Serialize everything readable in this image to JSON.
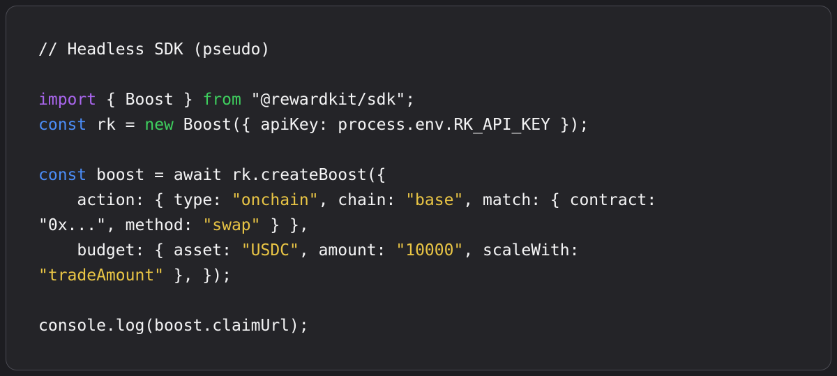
{
  "theme": {
    "page_background": "#1d1d21",
    "card_background": "#242428",
    "card_border": "#4a4a52"
  },
  "code": {
    "colors": {
      "plain": "#f4f4f5",
      "kw_blue": "#4b8df8",
      "kw_purple": "#aa66ee",
      "kw_green": "#3ecf5e",
      "string": "#e9c545"
    },
    "lines": [
      [
        {
          "t": "// Headless SDK (pseudo)",
          "c": "plain"
        }
      ],
      [],
      [
        {
          "t": "import",
          "c": "kw_purple"
        },
        {
          "t": " { Boost } ",
          "c": "plain"
        },
        {
          "t": "from",
          "c": "kw_green"
        },
        {
          "t": " \"@rewardkit/sdk\";",
          "c": "plain"
        }
      ],
      [
        {
          "t": "const",
          "c": "kw_blue"
        },
        {
          "t": " rk = ",
          "c": "plain"
        },
        {
          "t": "new",
          "c": "kw_green"
        },
        {
          "t": " Boost({ apiKey: process.env.RK_API_KEY });",
          "c": "plain"
        }
      ],
      [],
      [
        {
          "t": "const",
          "c": "kw_blue"
        },
        {
          "t": " boost = await rk.createBoost({",
          "c": "plain"
        }
      ],
      [
        {
          "t": "    action: { type: ",
          "c": "plain"
        },
        {
          "t": "\"onchain\"",
          "c": "string"
        },
        {
          "t": ", chain: ",
          "c": "plain"
        },
        {
          "t": "\"base\"",
          "c": "string"
        },
        {
          "t": ", match: { contract:",
          "c": "plain"
        }
      ],
      [
        {
          "t": "\"0x...\", method: ",
          "c": "plain"
        },
        {
          "t": "\"swap\"",
          "c": "string"
        },
        {
          "t": " } },",
          "c": "plain"
        }
      ],
      [
        {
          "t": "    budget: { asset: ",
          "c": "plain"
        },
        {
          "t": "\"USDC\"",
          "c": "string"
        },
        {
          "t": ", amount: ",
          "c": "plain"
        },
        {
          "t": "\"10000\"",
          "c": "string"
        },
        {
          "t": ", scaleWith:",
          "c": "plain"
        }
      ],
      [
        {
          "t": "\"tradeAmount\"",
          "c": "string"
        },
        {
          "t": " }, });",
          "c": "plain"
        }
      ],
      [],
      [
        {
          "t": "console.log(boost.claimUrl);",
          "c": "plain"
        }
      ]
    ]
  }
}
